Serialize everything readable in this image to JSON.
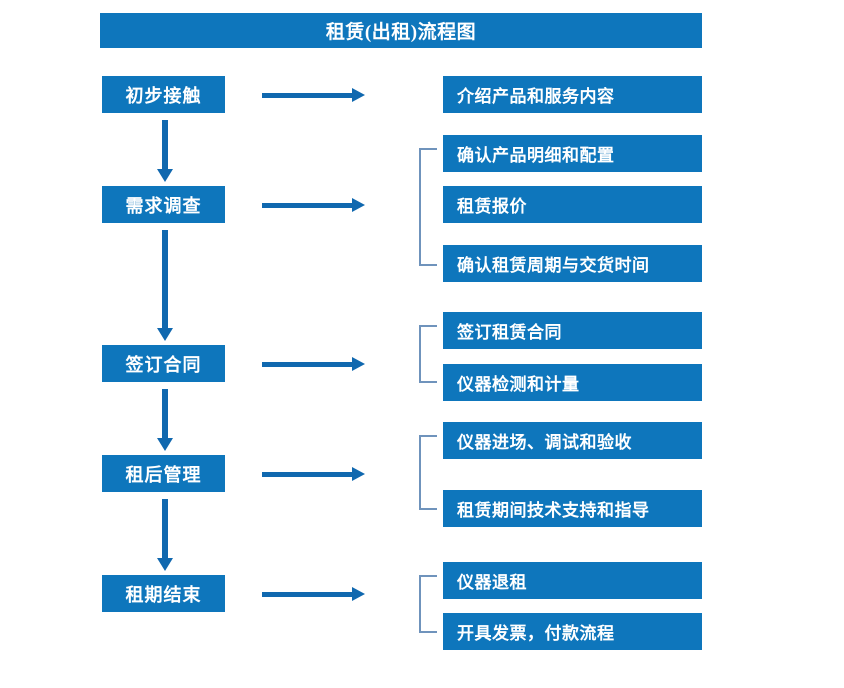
{
  "chart_title": "租赁(出租)流程图",
  "colors": {
    "box_blue": "#0E76BC",
    "arrow_blue": "#1068AF",
    "bracket_blue": "#6F93BC",
    "text_white": "#FFFFFF",
    "background": "#FFFFFF"
  },
  "stages": [
    {
      "label": "初步接触"
    },
    {
      "label": "需求调查"
    },
    {
      "label": "签订合同"
    },
    {
      "label": "租后管理"
    },
    {
      "label": "租期结束"
    }
  ],
  "details": [
    {
      "label": "介绍产品和服务内容"
    },
    {
      "label": "确认产品明细和配置"
    },
    {
      "label": "租赁报价"
    },
    {
      "label": "确认租赁周期与交货时间"
    },
    {
      "label": "签订租赁合同"
    },
    {
      "label": "仪器检测和计量"
    },
    {
      "label": "仪器进场、调试和验收"
    },
    {
      "label": "租赁期间技术支持和指导"
    },
    {
      "label": "仪器退租"
    },
    {
      "label": "开具发票，付款流程"
    }
  ],
  "icons": {
    "right_arrow": "right-arrow-icon",
    "down_arrow": "down-arrow-icon",
    "bracket": "group-bracket-icon"
  }
}
